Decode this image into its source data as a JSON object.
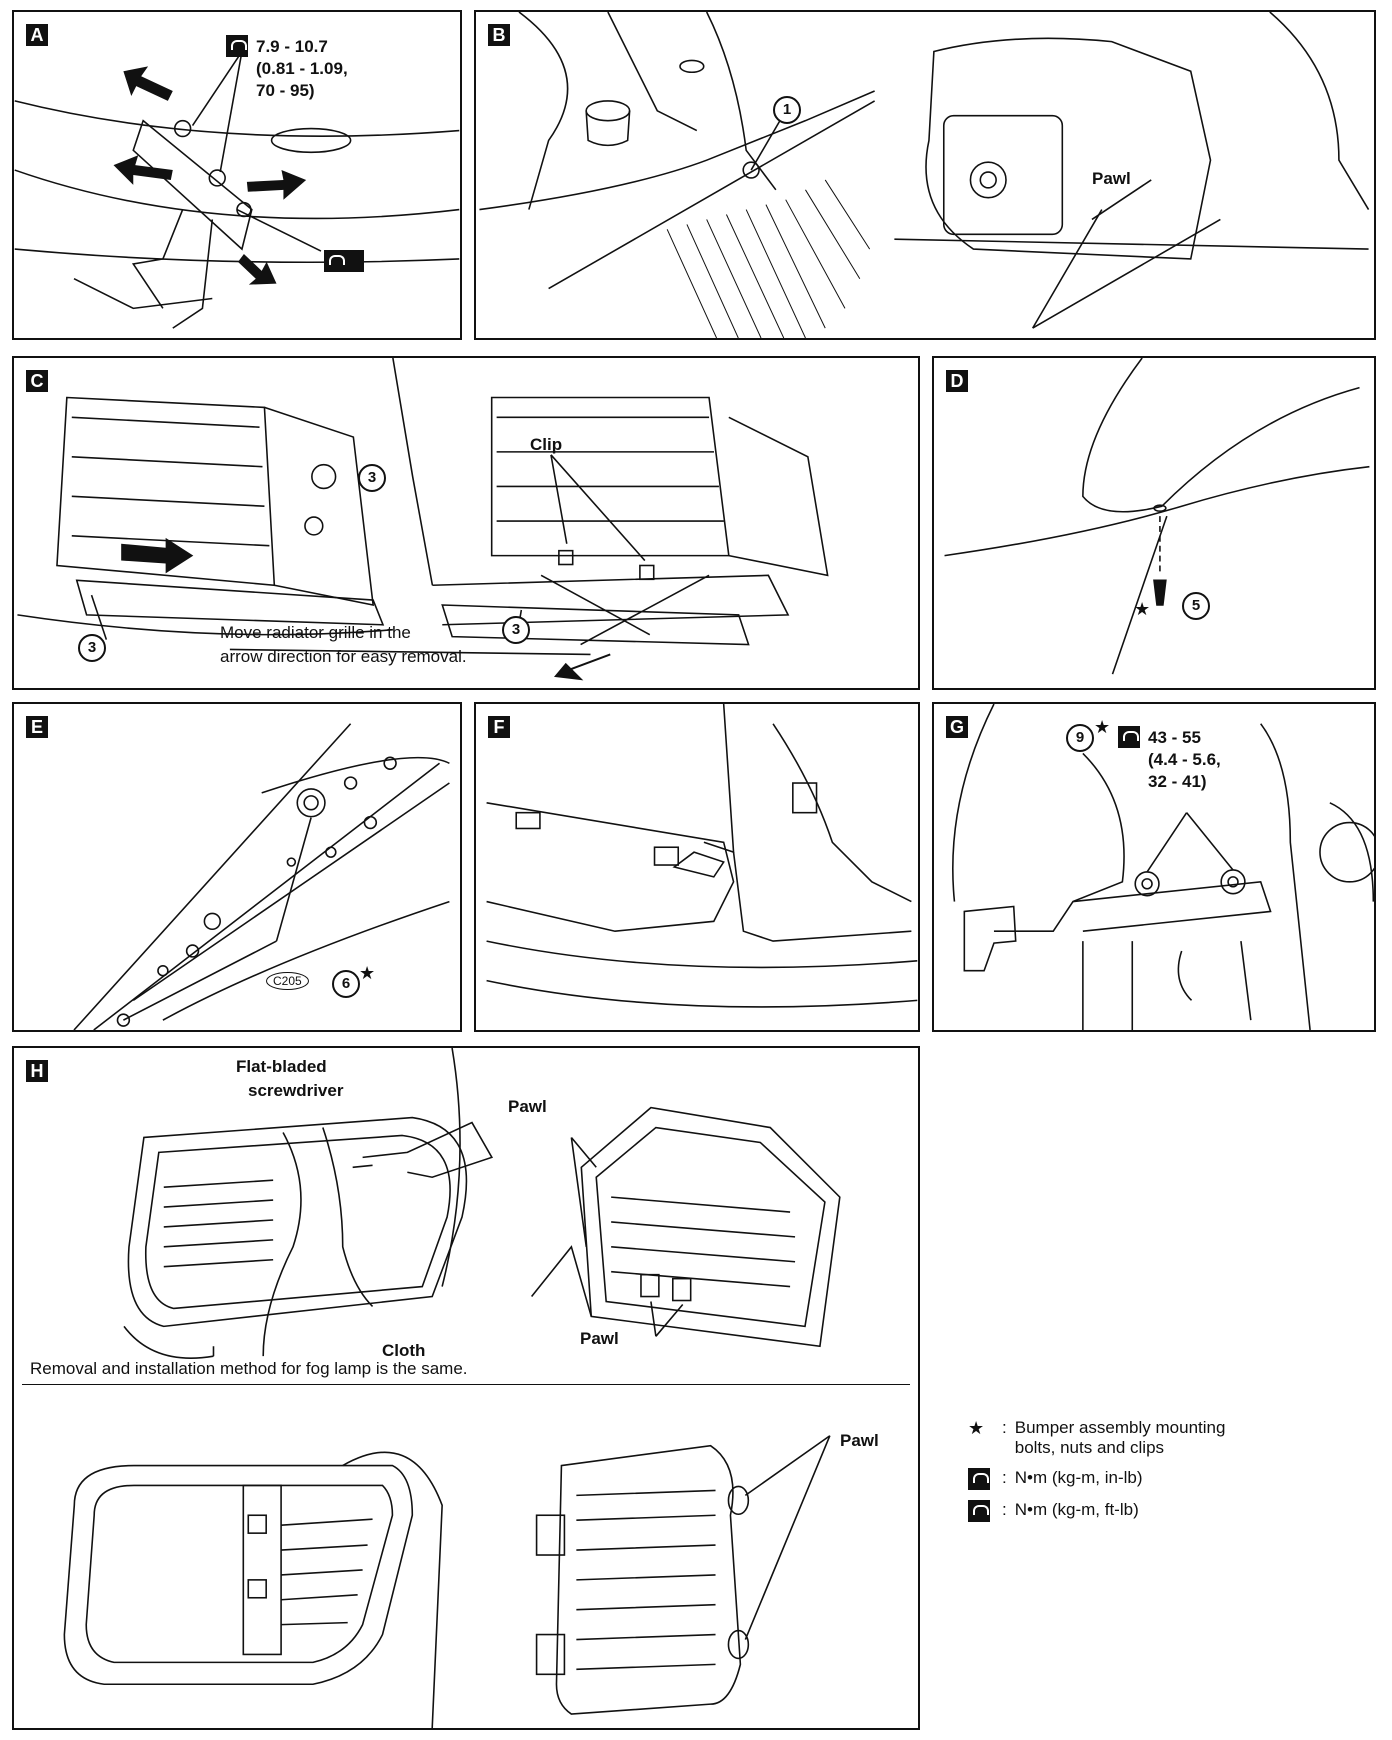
{
  "panels": {
    "a": {
      "letter": "A",
      "torque_1": "7.9 - 10.7",
      "torque_2": "(0.81 - 1.09,",
      "torque_3": "70 - 95)"
    },
    "b": {
      "letter": "B",
      "part_1": "1",
      "pawl": "Pawl"
    },
    "c": {
      "letter": "C",
      "clip": "Clip",
      "part_3": "3",
      "note_1": "Move radiator grille in the",
      "note_2": "arrow direction for easy removal."
    },
    "d": {
      "letter": "D",
      "part_5": "5",
      "star": "★"
    },
    "e": {
      "letter": "E",
      "connector": "C205",
      "part_6": "6",
      "star": "★"
    },
    "f": {
      "letter": "F"
    },
    "g": {
      "letter": "G",
      "part_9": "9",
      "star": "★",
      "torque_1": "43 - 55",
      "torque_2": "(4.4 - 5.6,",
      "torque_3": "32 - 41)"
    },
    "h": {
      "letter": "H",
      "tool_1": "Flat-bladed",
      "tool_2": "screwdriver",
      "pawl": "Pawl",
      "cloth": "Cloth",
      "note": "Removal and installation method for fog lamp is the same."
    }
  },
  "legend": {
    "star_symbol": "★",
    "star_text_1": "Bumper assembly mounting",
    "star_text_2": "bolts, nuts and clips",
    "torque_small": "N•m (kg-m, in-lb)",
    "torque_large": "N•m (kg-m, ft-lb)"
  }
}
